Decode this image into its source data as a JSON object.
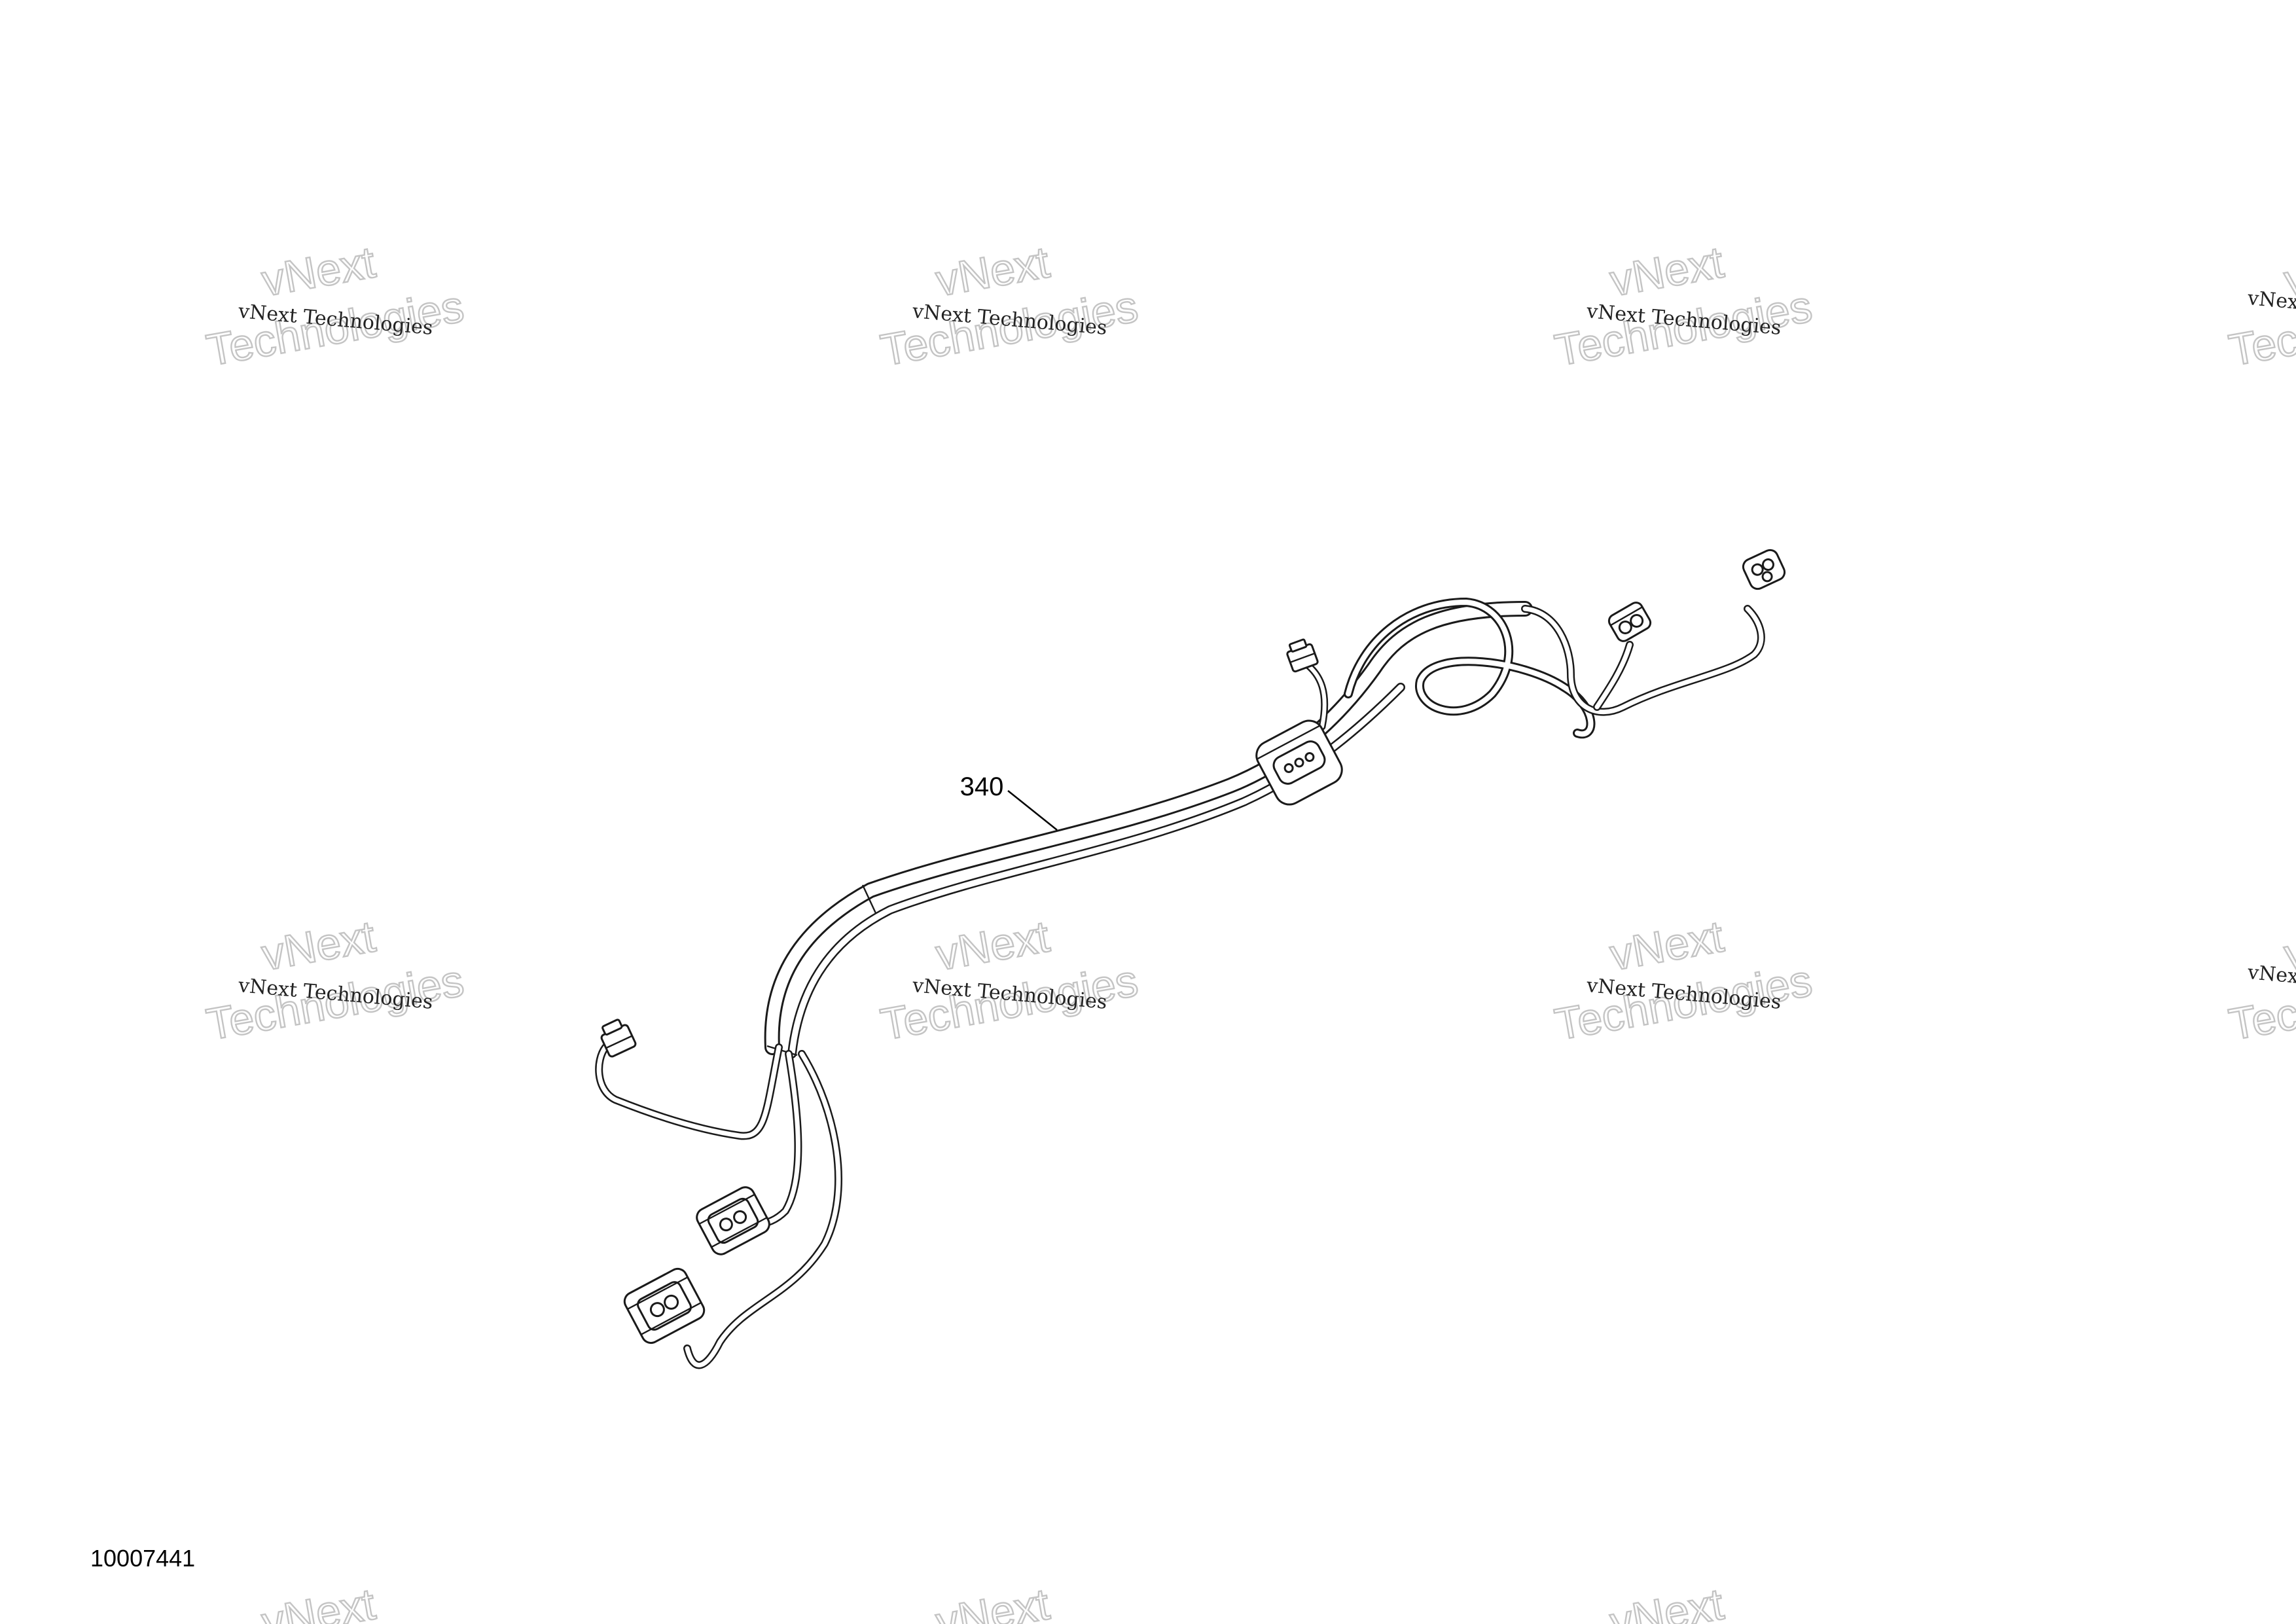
{
  "watermark": {
    "line1": "vNext Technologies",
    "line2": "vNext",
    "line3": "Technologies"
  },
  "callouts": [
    {
      "label": "340"
    }
  ],
  "figure_number": "10007441"
}
